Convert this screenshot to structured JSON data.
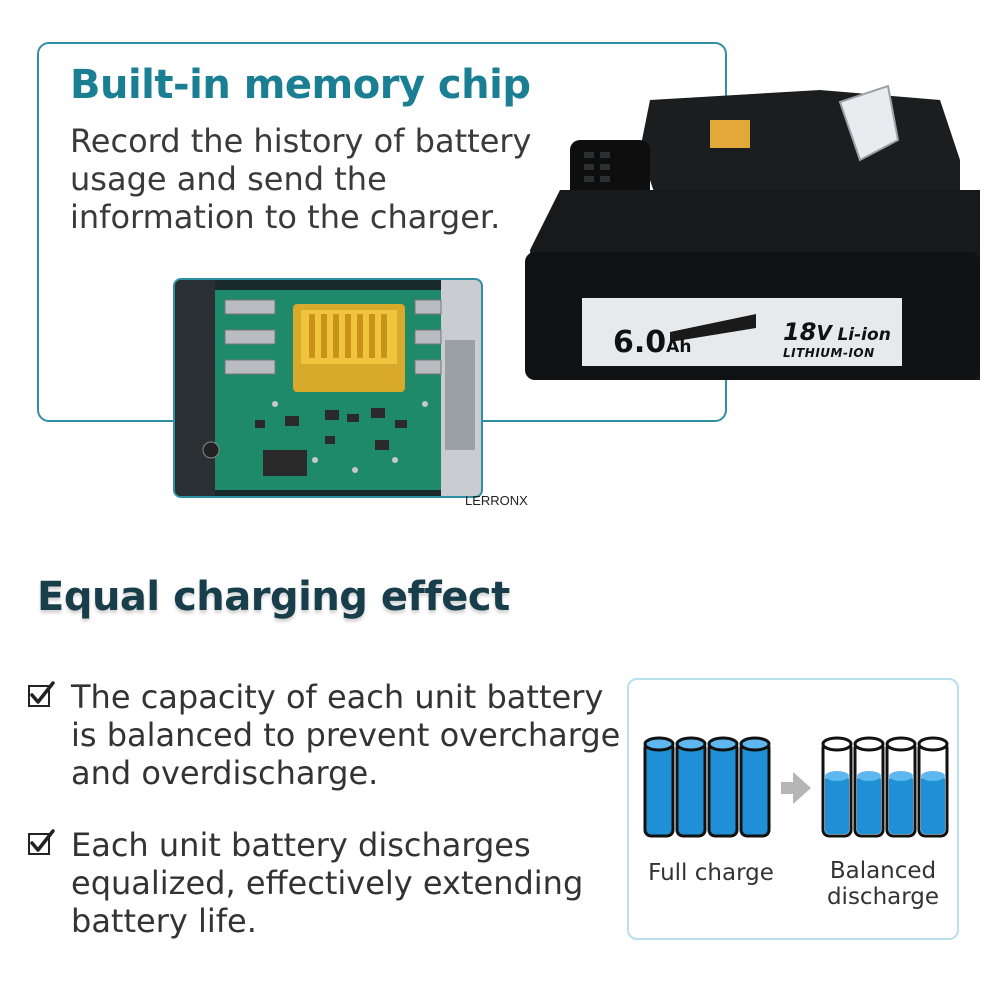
{
  "memory_section": {
    "title": "Built-in memory chip",
    "description": "Record the history of battery usage and send the information to the charger.",
    "watermark": "LERRONX"
  },
  "battery": {
    "capacity": "6.0",
    "capacity_unit": "Ah",
    "voltage": "18",
    "voltage_unit": "V",
    "chem_short": "Li-ion",
    "chem_long": "LITHIUM-ION"
  },
  "equal_section": {
    "title": "Equal charging effect",
    "bullets": [
      "The capacity of each unit battery is balanced to prevent overcharge and overdischarge.",
      "Each unit battery discharges equalized, effectively extending battery life."
    ],
    "diagram": {
      "left_label": "Full charge",
      "right_label_line1": "Balanced",
      "right_label_line2": "discharge",
      "arrow_icon": "arrow-right-icon",
      "colors": {
        "cell_blue": "#1f8fd6",
        "cell_outline": "#111111",
        "arrow": "#b5b5b5"
      }
    }
  },
  "colors": {
    "accent_teal": "#1b7f94",
    "frame_teal": "#2f8fa3",
    "dark_title": "#173e4a",
    "light_frame": "#b9dff0"
  }
}
